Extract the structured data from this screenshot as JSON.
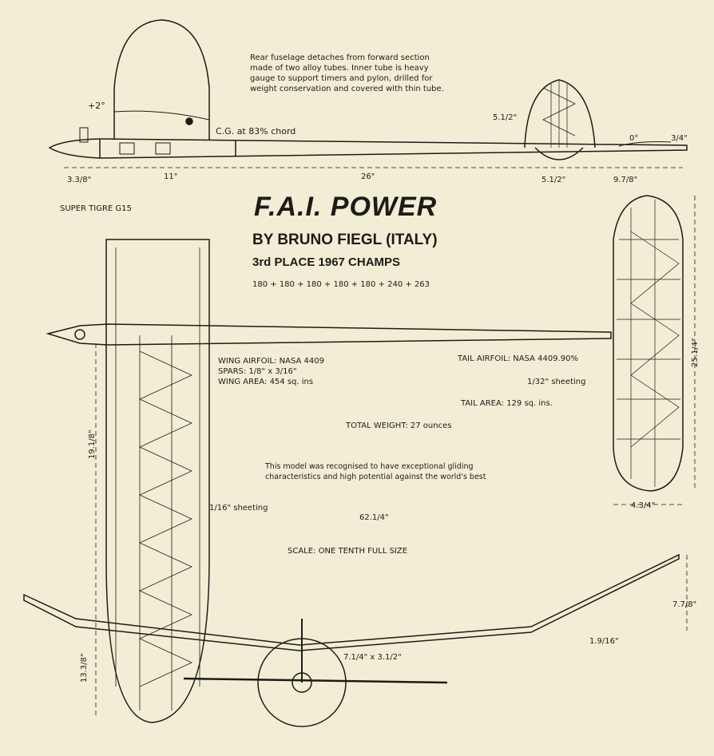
{
  "title": "F.A.I. POWER",
  "author": "BY BRUNO FIEGL (ITALY)",
  "placing": "3rd PLACE 1967 CHAMPS",
  "flights": "180 + 180 + 180 + 180 + 180 + 240 + 263",
  "notes": {
    "fuselage": [
      "Rear fuselage detaches from forward section",
      "made of two alloy tubes.  Inner tube is heavy",
      "gauge to support timers and pylon, drilled for",
      "weight conservation and covered with thin tube."
    ],
    "cg": "C.G. at 83% chord",
    "engine": "SUPER TIGRE G15",
    "wing_airfoil": "WING AIRFOIL: NASA 4409",
    "spars": "SPARS: 1/8\" x 3/16\"",
    "wing_area": "WING AREA: 454 sq. ins",
    "tail_airfoil": "TAIL AIRFOIL: NASA 4409.90%",
    "tail_sheeting": "1/32\" sheeting",
    "tail_area": "TAIL AREA: 129 sq. ins.",
    "weight": "TOTAL WEIGHT: 27 ounces",
    "remark": [
      "This model was recognised to have exceptional gliding",
      "characteristics and high potential against the world's best"
    ],
    "wing_sheeting": "1/16\" sheeting",
    "scale": "SCALE: ONE TENTH FULL SIZE"
  },
  "dims": {
    "incidence_wing": "+2°",
    "incidence_tail": "0°",
    "fin_height": "5.1/2\"",
    "tail_offset": "3/4\"",
    "nose": "3.3/8\"",
    "front": "11\"",
    "mid": "26\"",
    "fin_chord": "5.1/2\"",
    "rear": "9.7/8\"",
    "wing_root": "19.1/8\"",
    "wing_tip": "13.3/8\"",
    "span": "62.1/4\"",
    "tail_span": "25.1/4\"",
    "tail_chord": "4.3/4\"",
    "dihedral_tip": "7.7/8\"",
    "dihedral_center": "1.9/16\"",
    "prop": "7.1/4\" x 3.1/2\""
  },
  "colors": {
    "paper": "#f2eed5",
    "ink": "#1d1b16"
  }
}
